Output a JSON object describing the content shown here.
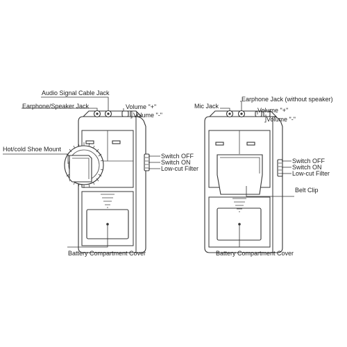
{
  "left_unit": {
    "labels": {
      "audio_signal_cable_jack": "Audio Signal Cable Jack",
      "earphone_speaker_jack": "Earphone/Speaker Jack",
      "volume_plus": "Volume \"+\"",
      "volume_minus": "Volume \"-\"",
      "hot_cold_shoe_mount": "Hot/cold Shoe Mount",
      "switch_off": "Switch OFF",
      "switch_on": "Switch ON",
      "low_cut_filter": "Low-cut Filter",
      "battery_compartment_cover": "Battery Compartment Cover"
    }
  },
  "right_unit": {
    "labels": {
      "mic_jack": "Mic Jack",
      "earphone_jack_without_speaker": "Earphone Jack (without speaker)",
      "volume_plus": "Volume \"+\"",
      "volume_minus": "Volume \"-\"",
      "switch_off": "Switch OFF",
      "switch_on": "Switch ON",
      "low_cut_filter": "Low-cut Filter",
      "belt_clip": "Belt Clip",
      "battery_compartment_cover": "Battery Compartment Cover"
    }
  }
}
